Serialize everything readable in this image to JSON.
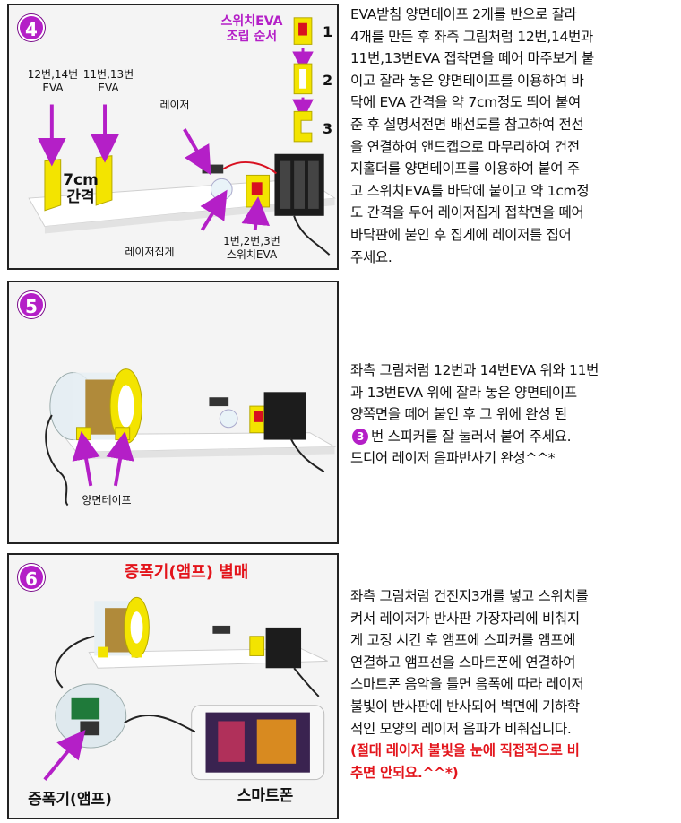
{
  "panels": [
    {
      "step": "4",
      "labels": {
        "eva_12_14": [
          "12번,14번",
          "EVA"
        ],
        "eva_11_13": [
          "11번,13번",
          "EVA"
        ],
        "laser": "레이저",
        "gap": [
          "7cm",
          "간격"
        ],
        "laser_holder": "레이저집게",
        "switch_eva": [
          "1번,2번,3번",
          "스위치EVA"
        ],
        "switch_order": [
          "스위치EVA",
          "조립 순서"
        ],
        "order_numbers": [
          "1",
          "2",
          "3"
        ]
      }
    },
    {
      "step": "5",
      "labels": {
        "tape": "양면테이프"
      }
    },
    {
      "step": "6",
      "labels": {
        "amp_sold_separately": "증폭기(앰프) 별매",
        "amp": "증폭기(앰프)",
        "smartphone": "스마트폰"
      }
    }
  ],
  "descriptions": {
    "step4": [
      "EVA받침 양면테이프 2개를 반으로 잘라",
      "4개를 만든 후 좌측 그림처럼 12번,14번과",
      "11번,13번EVA 접착면을 떼어 마주보게 붙",
      "이고 잘라 놓은 양면테이프를 이용하여 바",
      "닥에 EVA 간격을 약 7cm정도 띄어 붙여",
      "준 후 설명서전면 배선도를 참고하여 전선",
      "을 연결하여 앤드캡으로 마무리하여 건전",
      "지홀더를 양면테이프를 이용하여 붙여 주",
      "고 스위치EVA를 바닥에 붙이고 약 1cm정",
      "도 간격을 두어 레이저집게 접착면을 떼어",
      "바닥판에 붙인 후 집게에 레이저를 집어",
      "주세요."
    ],
    "step5": {
      "line1": "좌측 그림처럼 12번과 14번EVA 위와 11번",
      "line2": "과 13번EVA 위에 잘라 놓은 양면테이프",
      "line3": "양쪽면을 떼어 붙인 후 그 위에 완성 된",
      "badge": "3",
      "line4": "번 스피커를 잘 눌러서 붙여 주세요.",
      "line5": "드디어 레이저 음파반사기 완성^^*"
    },
    "step6": {
      "lines": [
        "좌측 그림처럼 건전지3개를 넣고 스위치를",
        "켜서 레이저가 반사판 가장자리에 비춰지",
        "게 고정 시킨 후 앰프에 스피커를 앰프에",
        "연결하고 앰프선을 스마트폰에 연결하여",
        "스마트폰 음악을 틀면 음폭에 따라 레이저",
        "불빛이 반사판에 반사되어 벽면에 기하학",
        "적인 모양의 레이저 음파가 비춰집니다."
      ],
      "warning": [
        "(절대 레이저 불빛을 눈에 직접적으로 비",
        "추면 안되요.^^*)"
      ]
    }
  },
  "colors": {
    "badge": "#b41fc7",
    "eva_yellow": "#f3e400",
    "warning_red": "#e3141b",
    "switch_red": "#d81020"
  }
}
